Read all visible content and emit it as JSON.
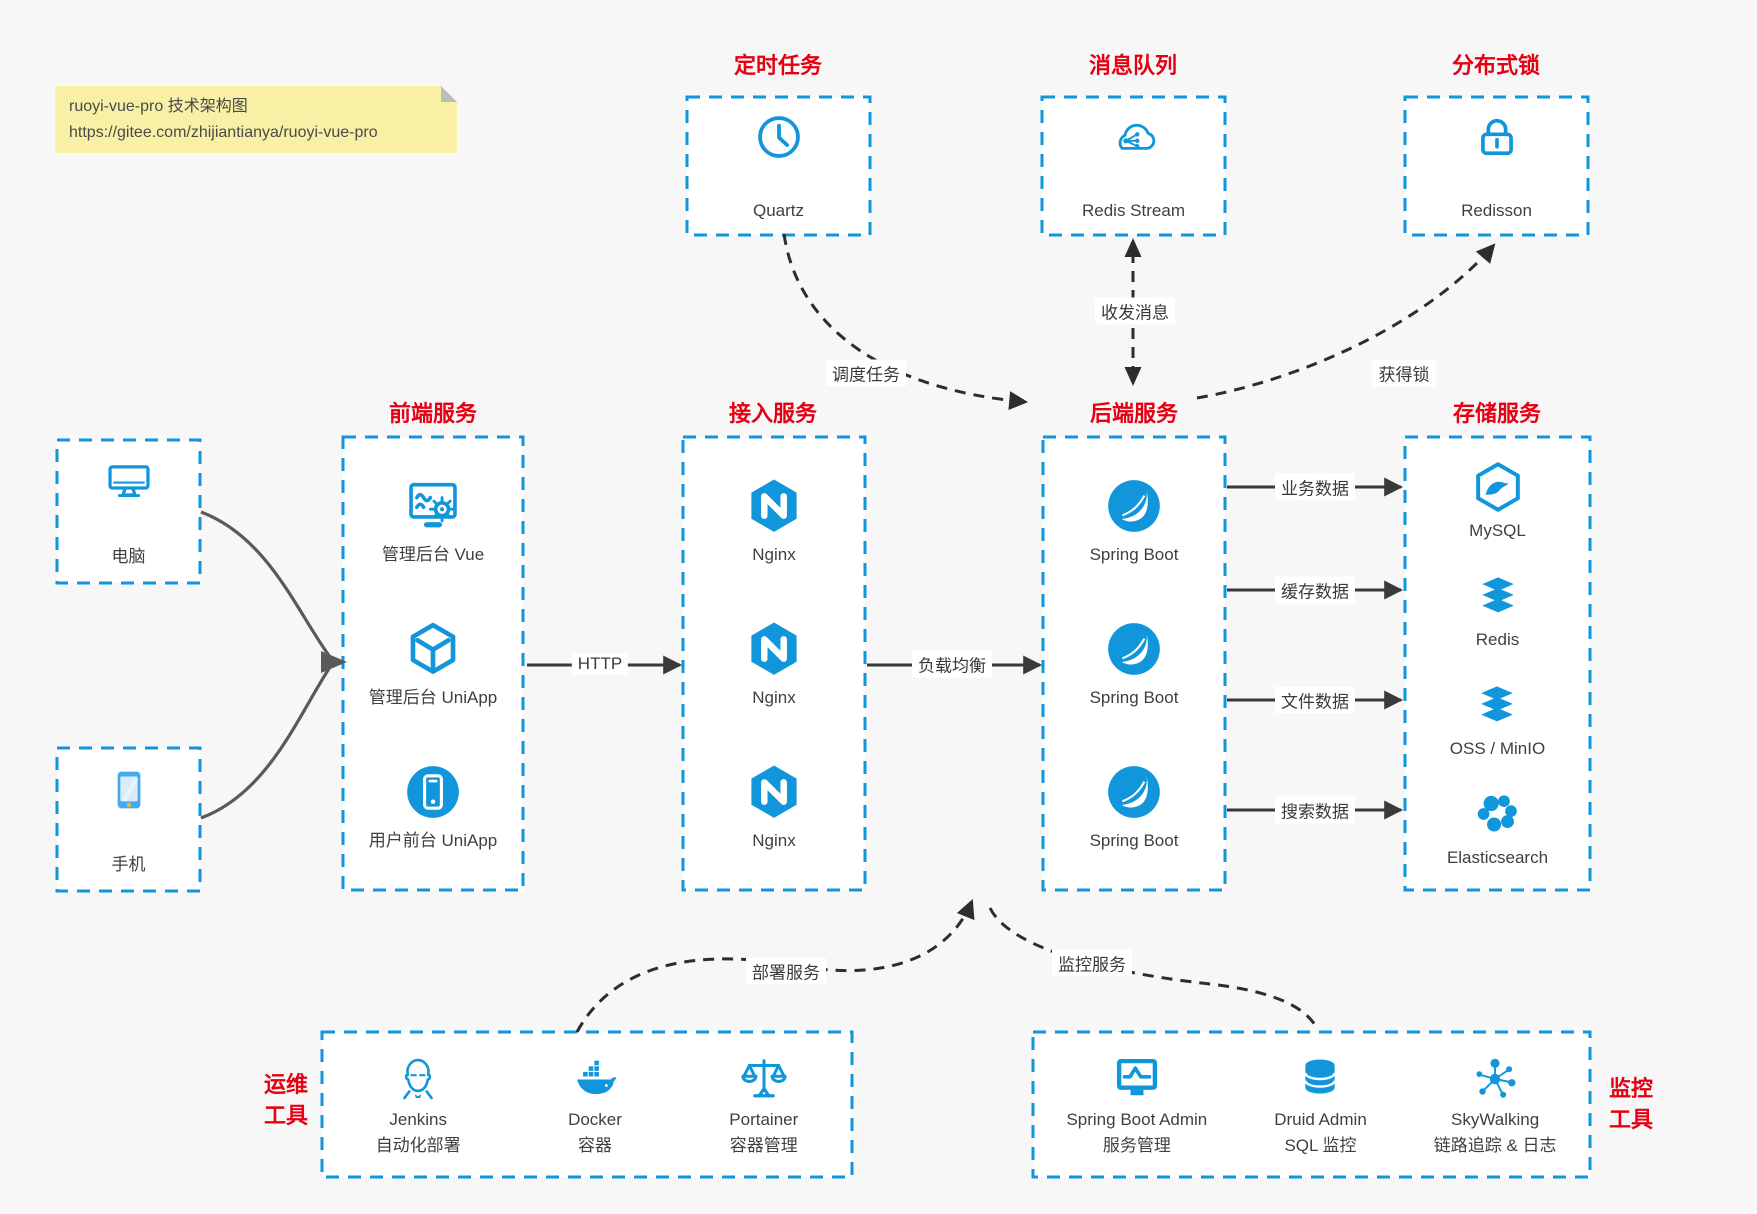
{
  "colors": {
    "accent_blue": "#1296db",
    "title_red": "#e60012",
    "note_bg": "#f8f0a4",
    "page_bg": "#f7f7f8",
    "arrow_dark": "#3a3a3a"
  },
  "note": {
    "line1": "ruoyi-vue-pro 技术架构图",
    "line2": "https://gitee.com/zhijiantianya/ruoyi-vue-pro"
  },
  "groups": {
    "scheduled": {
      "title": "定时任务",
      "items": [
        {
          "label": "Quartz",
          "icon": "clock-icon"
        }
      ]
    },
    "mq": {
      "title": "消息队列",
      "items": [
        {
          "label": "Redis Stream",
          "icon": "cloud-stream-icon"
        }
      ]
    },
    "lock": {
      "title": "分布式锁",
      "items": [
        {
          "label": "Redisson",
          "icon": "lock-icon"
        }
      ]
    },
    "clients": {
      "items": [
        {
          "label": "电脑",
          "icon": "computer-icon"
        },
        {
          "label": "手机",
          "icon": "phone-icon"
        }
      ]
    },
    "frontend": {
      "title": "前端服务",
      "items": [
        {
          "label": "管理后台 Vue",
          "icon": "admin-vue-icon"
        },
        {
          "label": "管理后台 UniApp",
          "icon": "cube-icon"
        },
        {
          "label": "用户前台 UniApp",
          "icon": "mobile-app-icon"
        }
      ]
    },
    "access": {
      "title": "接入服务",
      "items": [
        {
          "label": "Nginx",
          "icon": "nginx-icon"
        },
        {
          "label": "Nginx",
          "icon": "nginx-icon"
        },
        {
          "label": "Nginx",
          "icon": "nginx-icon"
        }
      ]
    },
    "backend": {
      "title": "后端服务",
      "items": [
        {
          "label": "Spring Boot",
          "icon": "spring-icon"
        },
        {
          "label": "Spring Boot",
          "icon": "spring-icon"
        },
        {
          "label": "Spring Boot",
          "icon": "spring-icon"
        }
      ]
    },
    "storage": {
      "title": "存储服务",
      "items": [
        {
          "label": "MySQL",
          "icon": "mysql-icon"
        },
        {
          "label": "Redis",
          "icon": "stack-icon"
        },
        {
          "label": "OSS / MinIO",
          "icon": "stack-icon"
        },
        {
          "label": "Elasticsearch",
          "icon": "elasticsearch-icon"
        }
      ]
    },
    "ops": {
      "title_line1": "运维",
      "title_line2": "工具",
      "items": [
        {
          "label": "Jenkins",
          "sublabel": "自动化部署",
          "icon": "jenkins-icon"
        },
        {
          "label": "Docker",
          "sublabel": "容器",
          "icon": "docker-icon"
        },
        {
          "label": "Portainer",
          "sublabel": "容器管理",
          "icon": "portainer-icon"
        }
      ]
    },
    "monitor": {
      "title_line1": "监控",
      "title_line2": "工具",
      "items": [
        {
          "label": "Spring Boot Admin",
          "sublabel": "服务管理",
          "icon": "monitor-chart-icon"
        },
        {
          "label": "Druid Admin",
          "sublabel": "SQL 监控",
          "icon": "database-icon"
        },
        {
          "label": "SkyWalking",
          "sublabel": "链路追踪 & 日志",
          "icon": "topology-icon"
        }
      ]
    }
  },
  "edges": {
    "http": "HTTP",
    "load_balance": "负载均衡",
    "biz_data": "业务数据",
    "cache_data": "缓存数据",
    "file_data": "文件数据",
    "search_data": "搜索数据",
    "schedule": "调度任务",
    "messages": "收发消息",
    "acquire_lock": "获得锁",
    "deploy": "部署服务",
    "monitor": "监控服务"
  }
}
